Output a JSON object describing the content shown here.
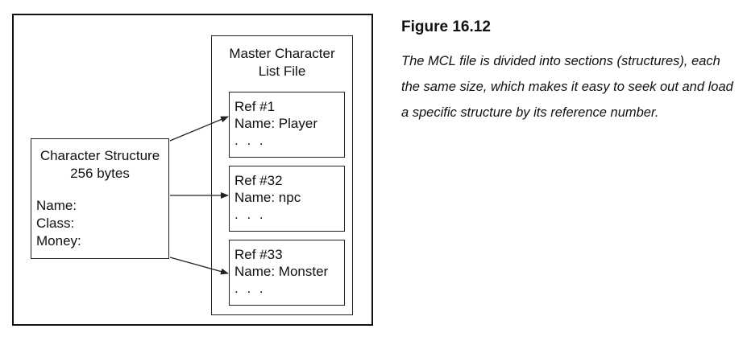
{
  "figure": {
    "title": "Figure 16.12",
    "caption": "The MCL file is divided into sections (structures), each the same size, which makes it easy to seek out and load a specific structure by its reference number."
  },
  "character_structure": {
    "title_line1": "Character Structure",
    "title_line2": "256 bytes",
    "fields": [
      "Name:",
      "Class:",
      "Money:"
    ]
  },
  "master_list": {
    "title_line1": "Master Character",
    "title_line2": "List File",
    "entries": [
      {
        "ref": "Ref #1",
        "name": "Name: Player",
        "more": ". . ."
      },
      {
        "ref": "Ref #32",
        "name": "Name: npc",
        "more": ". . ."
      },
      {
        "ref": "Ref #33",
        "name": "Name: Monster",
        "more": ". . ."
      }
    ]
  }
}
